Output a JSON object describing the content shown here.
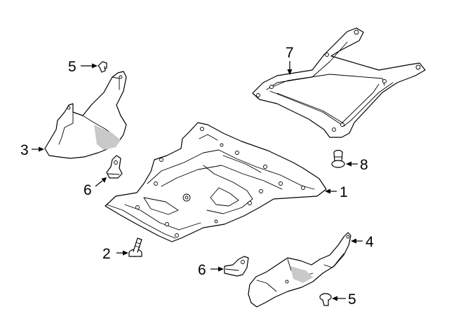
{
  "callouts": [
    {
      "id": "c1",
      "text": "1"
    },
    {
      "id": "c2",
      "text": "2"
    },
    {
      "id": "c3",
      "text": "3"
    },
    {
      "id": "c4",
      "text": "4"
    },
    {
      "id": "c5a",
      "text": "5"
    },
    {
      "id": "c5b",
      "text": "5"
    },
    {
      "id": "c6a",
      "text": "6"
    },
    {
      "id": "c6b",
      "text": "6"
    },
    {
      "id": "c7",
      "text": "7"
    },
    {
      "id": "c8",
      "text": "8"
    }
  ],
  "colors": {
    "line": "#000000",
    "shade": "#c9c9c9",
    "background": "#ffffff"
  }
}
